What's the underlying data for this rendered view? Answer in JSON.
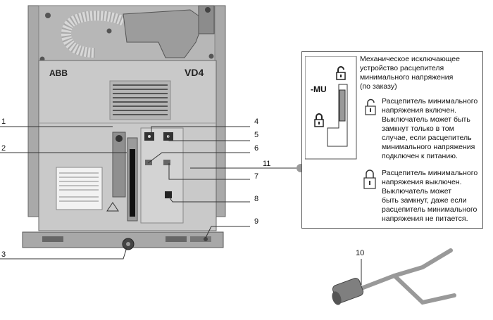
{
  "panel": {
    "brand": "ABB",
    "model": "VD4"
  },
  "callouts": [
    "1",
    "2",
    "3",
    "4",
    "5",
    "6",
    "7",
    "8",
    "9",
    "10",
    "11"
  ],
  "legend": {
    "title_line1": "Механическое исключающее",
    "title_line2": "устройство расцепителя",
    "title_line3": "минимального напряжения",
    "title_line4": "(по заказу)",
    "mu_label": "-MU",
    "open_line1": "Расцепитель минимального",
    "open_line2": "напряжения включен.",
    "open_line3": "Выключатель может быть",
    "open_line4": "замкнут только в том",
    "open_line5": "случае, если расцепитель",
    "open_line6": "минимального напряжения",
    "open_line7": "подключен к питанию.",
    "closed_line1": "Расцепитель минимального",
    "closed_line2": "напряжения выключен.",
    "closed_line3": "Выключатель может",
    "closed_line4": "быть замкнут, даже если",
    "closed_line5": "расцепитель минимального",
    "closed_line6": "напряжения не питается."
  },
  "icons": [
    "padlock-open-icon",
    "padlock-closed-icon",
    "crank-handle-icon"
  ],
  "colors": {
    "panel": "#c9c9c9",
    "panel_dark": "#8e8e8e",
    "frame": "#7a7a7a",
    "accent_dot": "#9a9a9a"
  }
}
